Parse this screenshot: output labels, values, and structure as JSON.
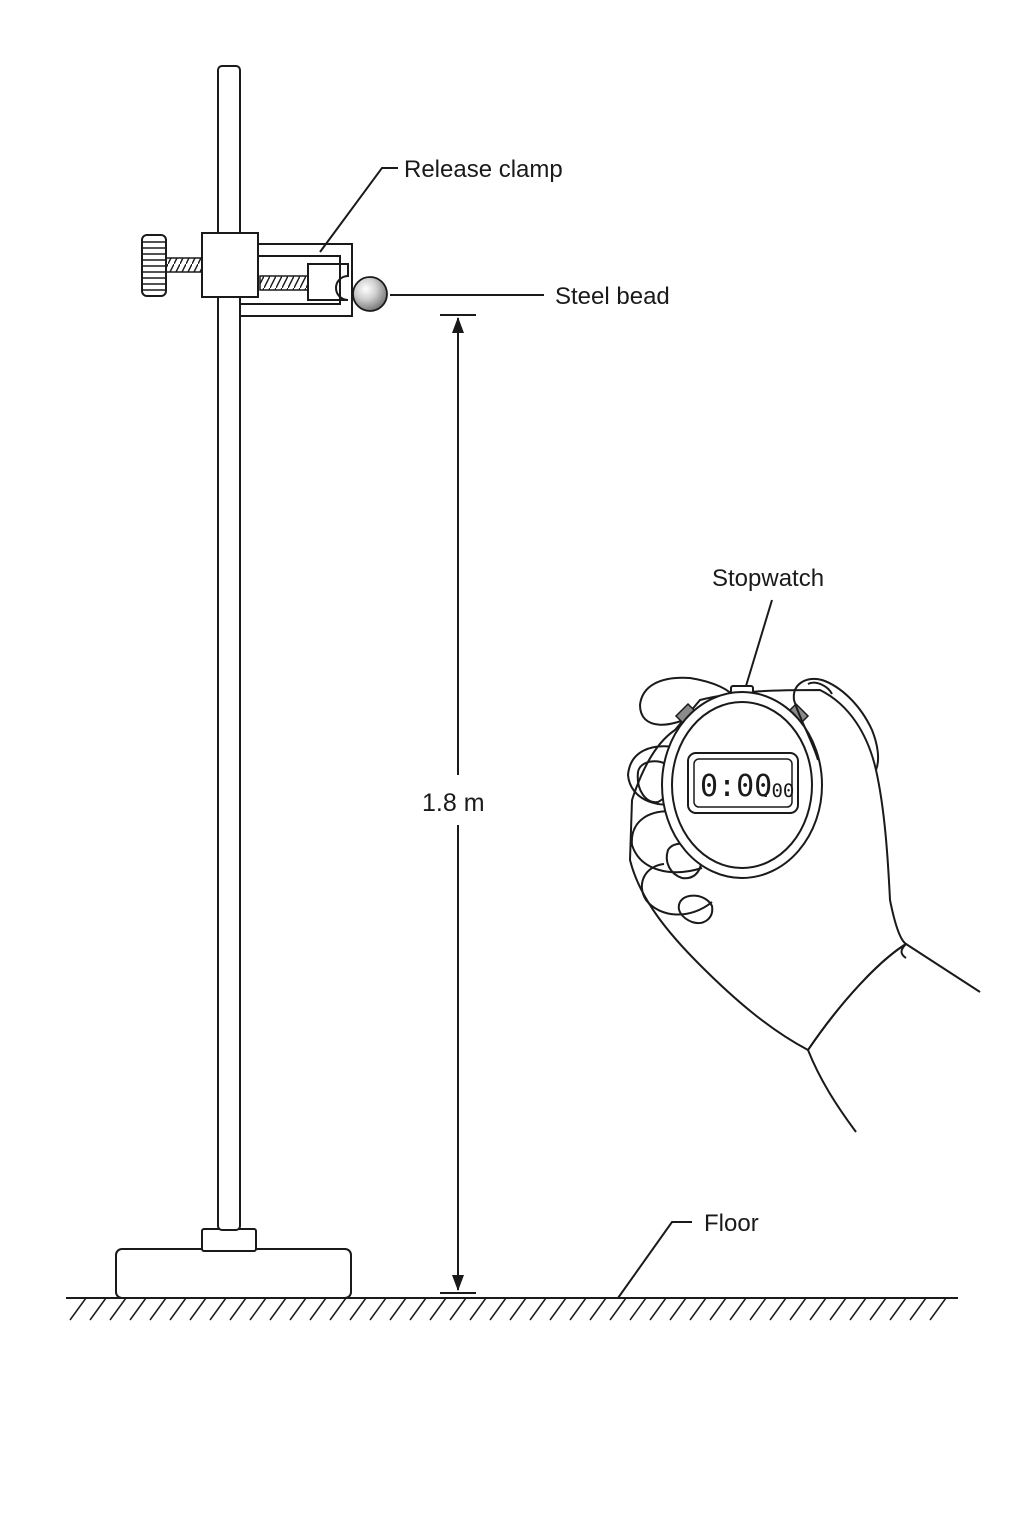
{
  "labels": {
    "release_clamp": "Release clamp",
    "steel_bead": "Steel bead",
    "height": "1.8 m",
    "stopwatch": "Stopwatch",
    "floor": "Floor"
  },
  "stopwatch_display": {
    "main": "0:00",
    "fraction": ".00"
  }
}
